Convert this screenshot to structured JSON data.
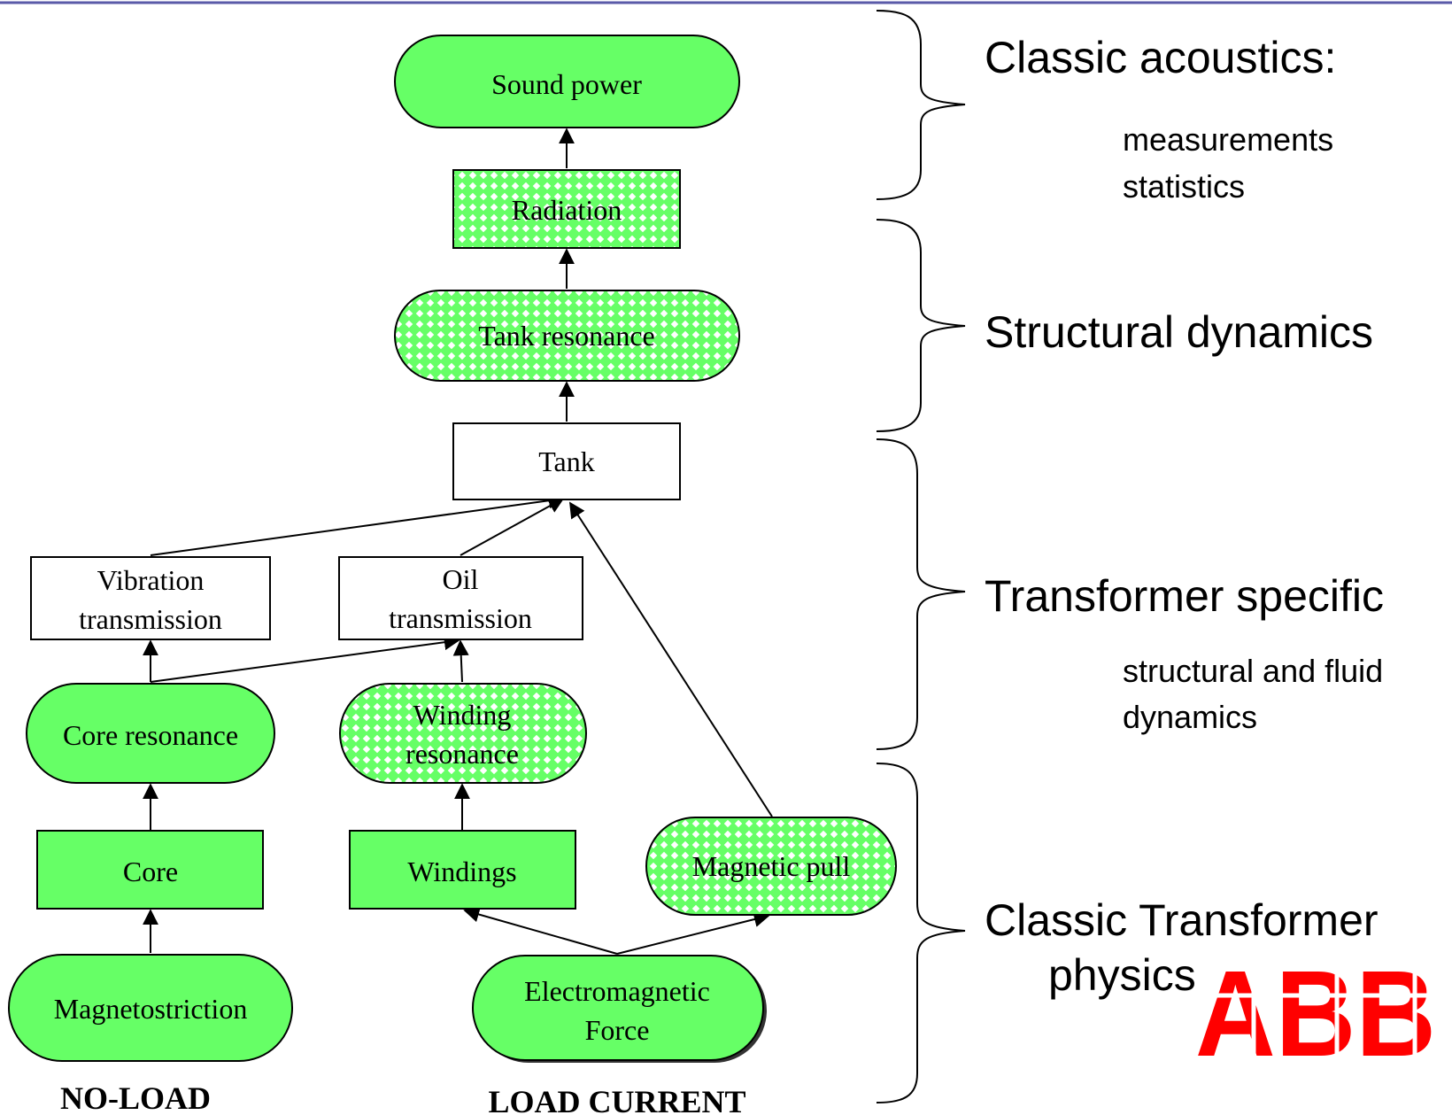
{
  "colors": {
    "green": "#66ff66",
    "check_light": "#ffffff",
    "top_line": "#5a5aa8",
    "abb_red": "#ff0000"
  },
  "nodes": {
    "sound_power": "Sound power",
    "radiation": "Radiation",
    "tank_resonance": "Tank resonance",
    "tank": "Tank",
    "vibration_transmission": [
      "Vibration",
      "transmission"
    ],
    "oil_transmission": [
      "Oil",
      "transmission"
    ],
    "core_resonance": "Core resonance",
    "winding_resonance": [
      "Winding",
      "resonance"
    ],
    "core": "Core",
    "windings": "Windings",
    "magnetic_pull": "Magnetic pull",
    "magnetostriction": "Magnetostriction",
    "electromagnetic_force": [
      "Electromagnetic",
      "Force"
    ]
  },
  "captions": {
    "no_load": "NO-LOAD",
    "load_current": "LOAD CURRENT"
  },
  "sections": {
    "classic_acoustics": {
      "title": "Classic acoustics:",
      "items": [
        "measurements",
        "statistics"
      ]
    },
    "structural_dynamics": {
      "title": "Structural dynamics"
    },
    "transformer_specific": {
      "title": "Transformer specific",
      "items": [
        "structural and fluid",
        "dynamics"
      ]
    },
    "classic_transformer": {
      "title": [
        "Classic Transformer",
        "physics"
      ]
    }
  },
  "logo": {
    "text": "ABB",
    "icon": "abb-logo"
  }
}
